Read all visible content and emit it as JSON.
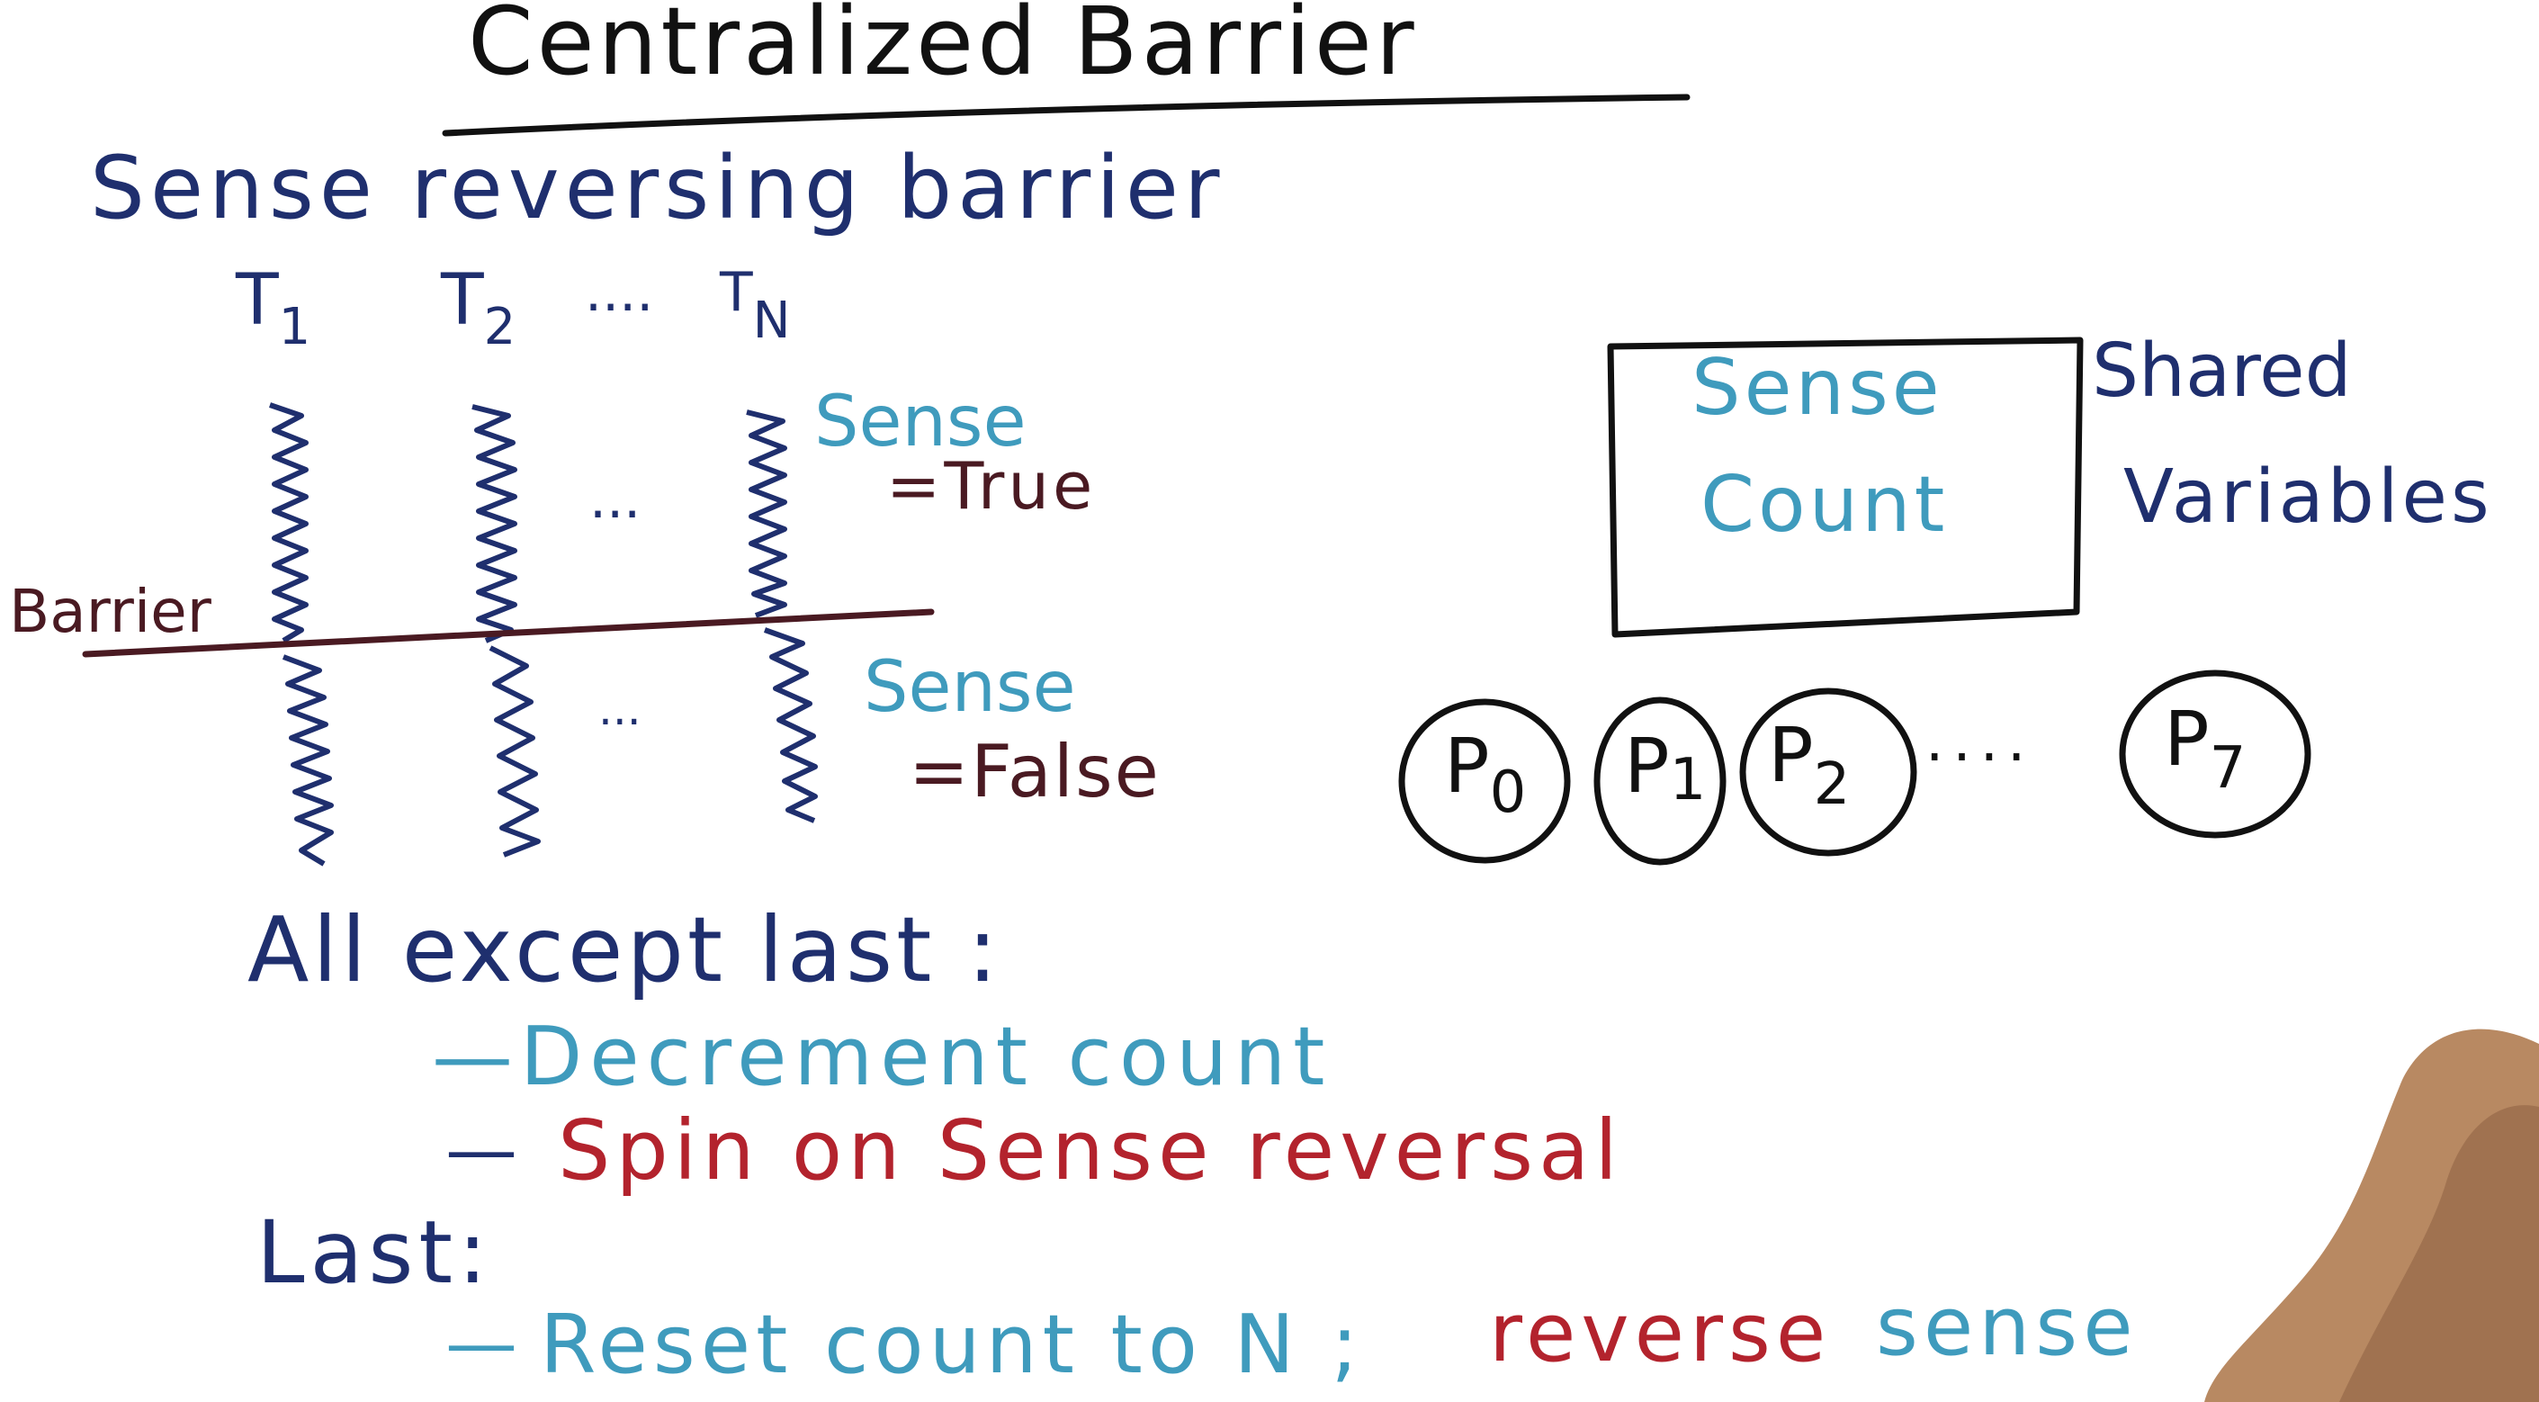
{
  "title": "Centralized Barrier",
  "subtitle": "Sense reversing barrier",
  "threads": {
    "labels": [
      "T",
      "T",
      "T"
    ],
    "subscripts": [
      "1",
      "2",
      "N"
    ],
    "ellipsis_top": "....",
    "ellipsis_mid_top": "...",
    "ellipsis_mid_bottom": "..."
  },
  "barrier_label": "Barrier",
  "sense_true": {
    "word": "Sense",
    "value": "=True"
  },
  "sense_false": {
    "word": "Sense",
    "value": "=False"
  },
  "shared_box": {
    "line1": "Sense",
    "line2": "Count"
  },
  "shared_label": {
    "line1": "Shared",
    "line2": "Variables"
  },
  "processors": {
    "items": [
      {
        "label": "P",
        "sub": "0"
      },
      {
        "label": "P",
        "sub": "1"
      },
      {
        "label": "P",
        "sub": "2"
      },
      {
        "label": "P",
        "sub": "7"
      }
    ],
    "ellipsis": "...."
  },
  "rules": {
    "all_except_last": "All except last :",
    "step1": "—Decrement count",
    "step2_dash": "—",
    "step2": "Spin on Sense reversal",
    "last": "Last:",
    "step3_dash": "—",
    "step3_a": "Reset count to N ;",
    "step3_b": "reverse",
    "step3_c": "sense"
  },
  "colors": {
    "navy": "#1f2f6e",
    "teal": "#3f9bbd",
    "maroon": "#4a1a22",
    "red": "#b3232d"
  }
}
